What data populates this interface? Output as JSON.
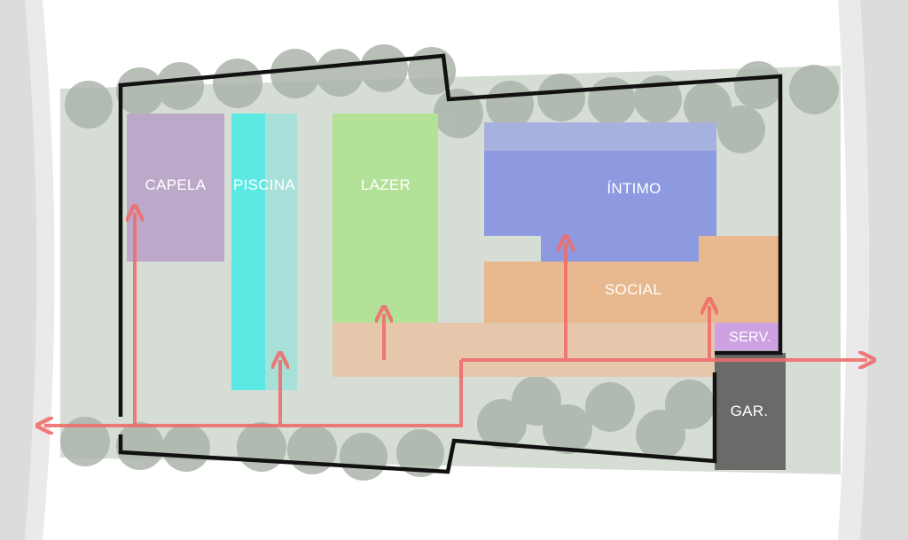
{
  "zones": {
    "capela": "CAPELA",
    "piscina": "PISCINA",
    "lazer": "LAZER",
    "intimo": "ÍNTIMO",
    "social": "SOCIAL",
    "servico": "SERV.",
    "garagem": "GAR."
  },
  "colors": {
    "road": "#dcdcdc",
    "road_edge": "#eaeaea",
    "site": "#d6ddd4",
    "tree": "#abb5aa",
    "boundary": "#111111",
    "capela": "#bca9c9",
    "piscina_deep": "#5ce9e4",
    "piscina_shallow": "#a7e0d8",
    "lazer": "#b3e198",
    "intimo": "#8e9ae0",
    "intimo_top": "#a7b1e0",
    "social": "#e8b98e",
    "circulation": "#e6c7ac",
    "servico": "#cda1e2",
    "garagem": "#6a6b69",
    "flow_arrow": "#f06e6c"
  }
}
